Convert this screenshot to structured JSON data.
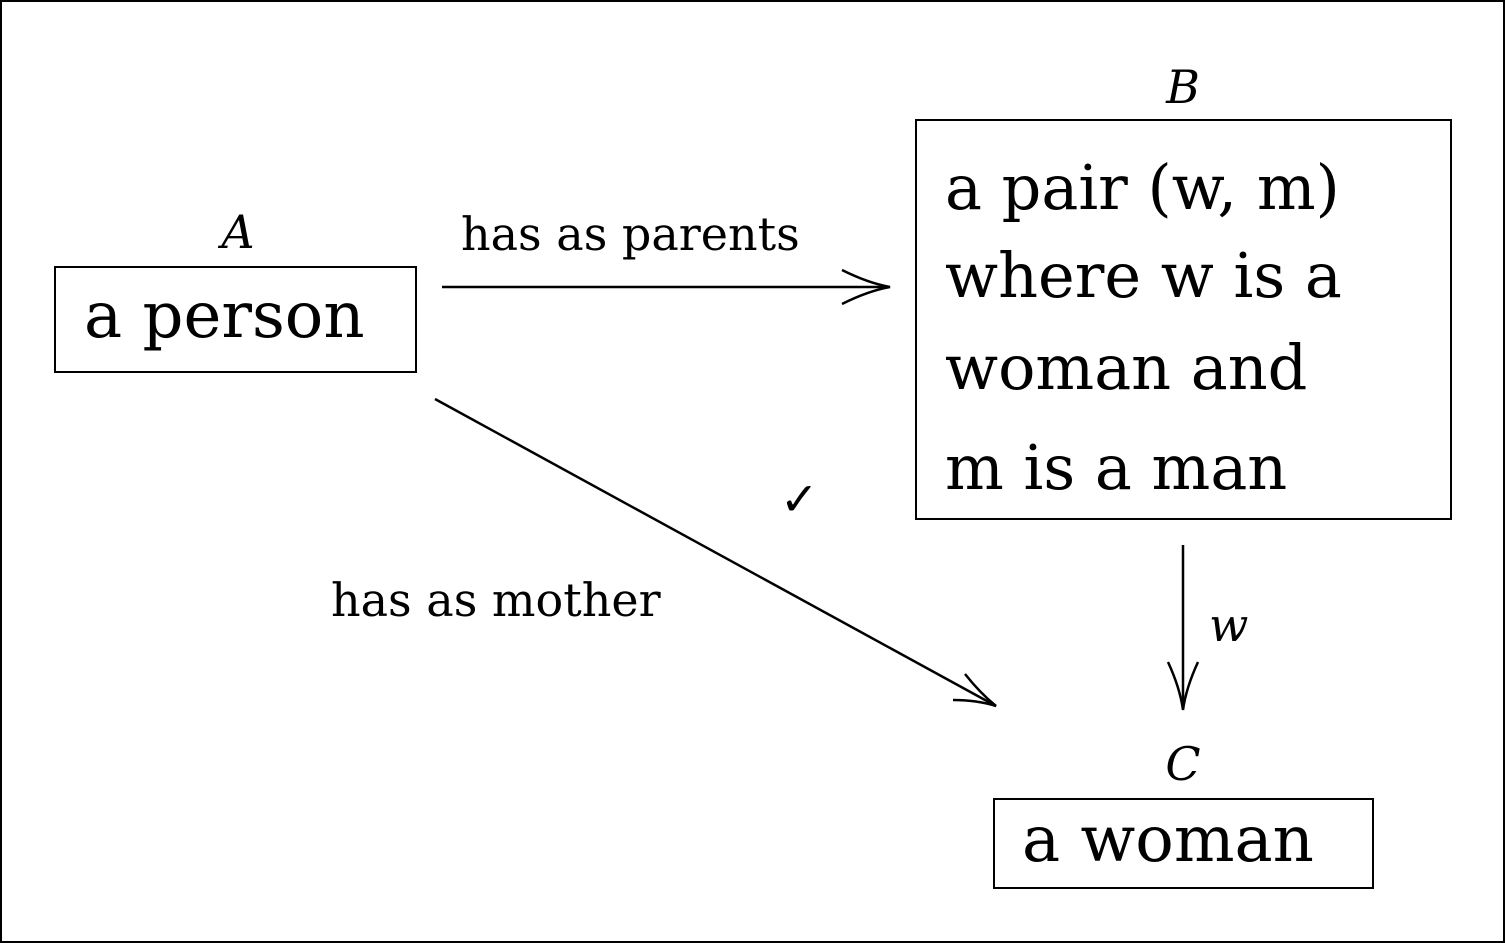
{
  "nodes": {
    "a": {
      "label": "A",
      "text": "a person"
    },
    "b": {
      "label": "B",
      "lines": [
        "a pair (w, m)",
        "where w is a",
        "woman and",
        "m is a man"
      ]
    },
    "c": {
      "label": "C",
      "text": "a woman"
    }
  },
  "edges": {
    "a_to_b": {
      "label": "has as parents"
    },
    "a_to_c": {
      "label": "has as mother"
    },
    "b_to_c": {
      "label": "w"
    }
  },
  "commute_mark": "✓"
}
